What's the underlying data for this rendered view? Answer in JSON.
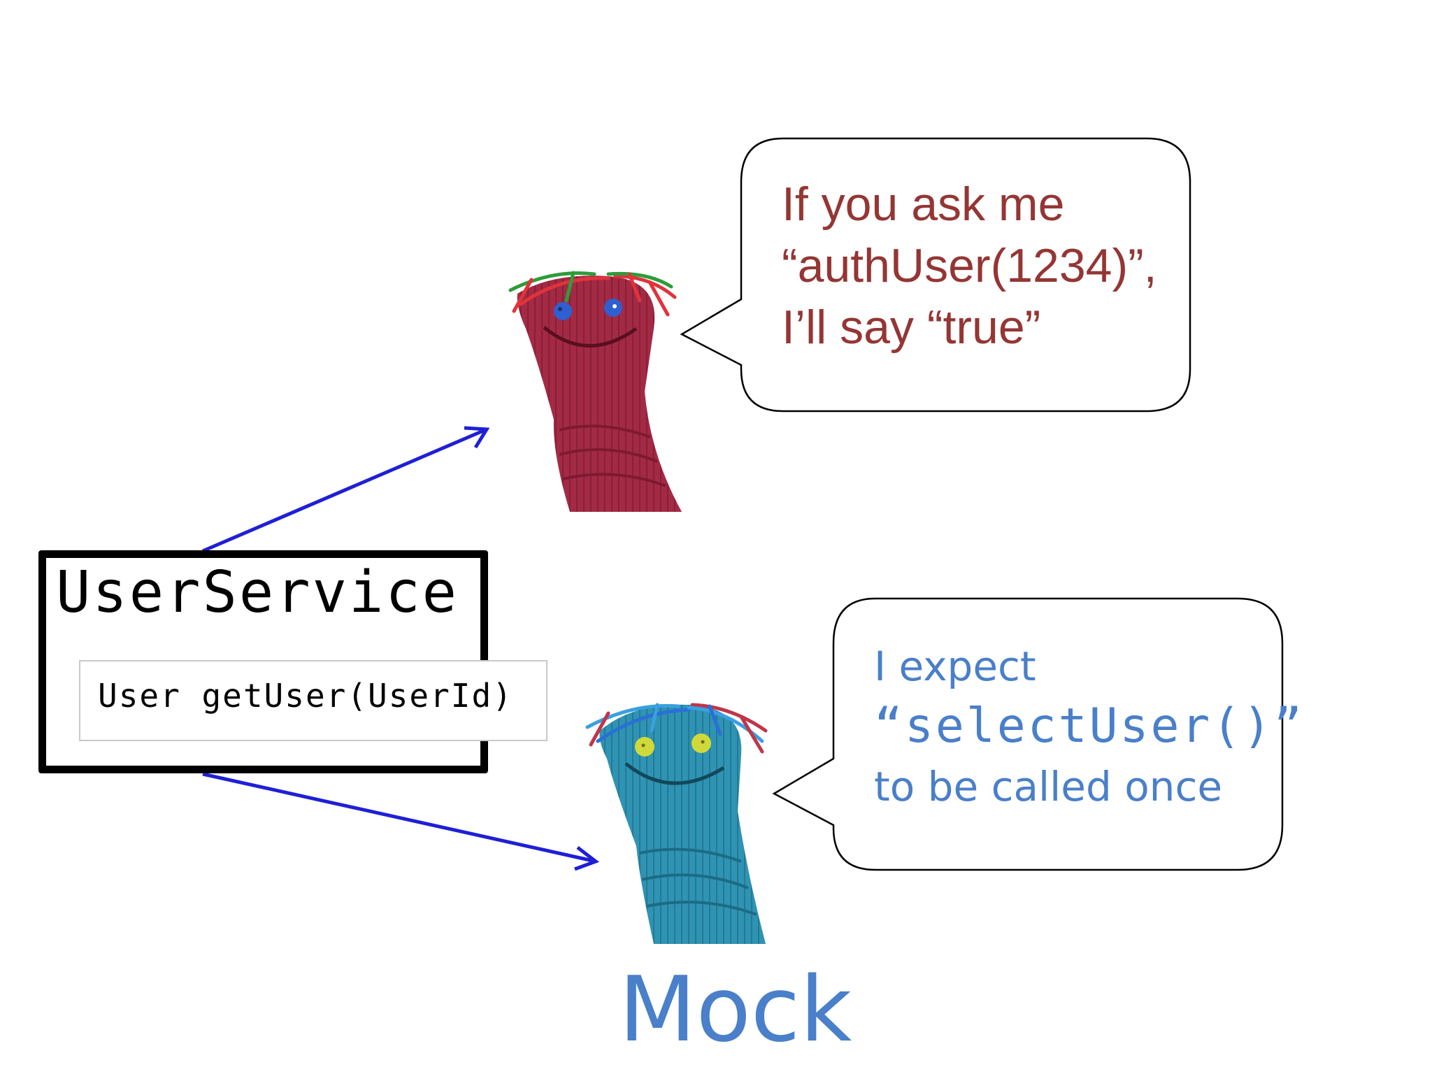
{
  "service": {
    "title": "UserService",
    "method": "User getUser(UserId)"
  },
  "stub_bubble": {
    "lines": [
      "If you ask me",
      "“authUser(1234)”,",
      "I’ll say “true”"
    ]
  },
  "mock_bubble": {
    "line1": "I expect",
    "line2": "“selectUser()”",
    "line3": "to be called once"
  },
  "mock_label": "Mock",
  "colors": {
    "stub_text": "#943634",
    "mock_text": "#4a7fc9",
    "arrow": "#1f1fd6",
    "red_puppet": "#a32a45",
    "blue_puppet": "#2f8fae"
  }
}
